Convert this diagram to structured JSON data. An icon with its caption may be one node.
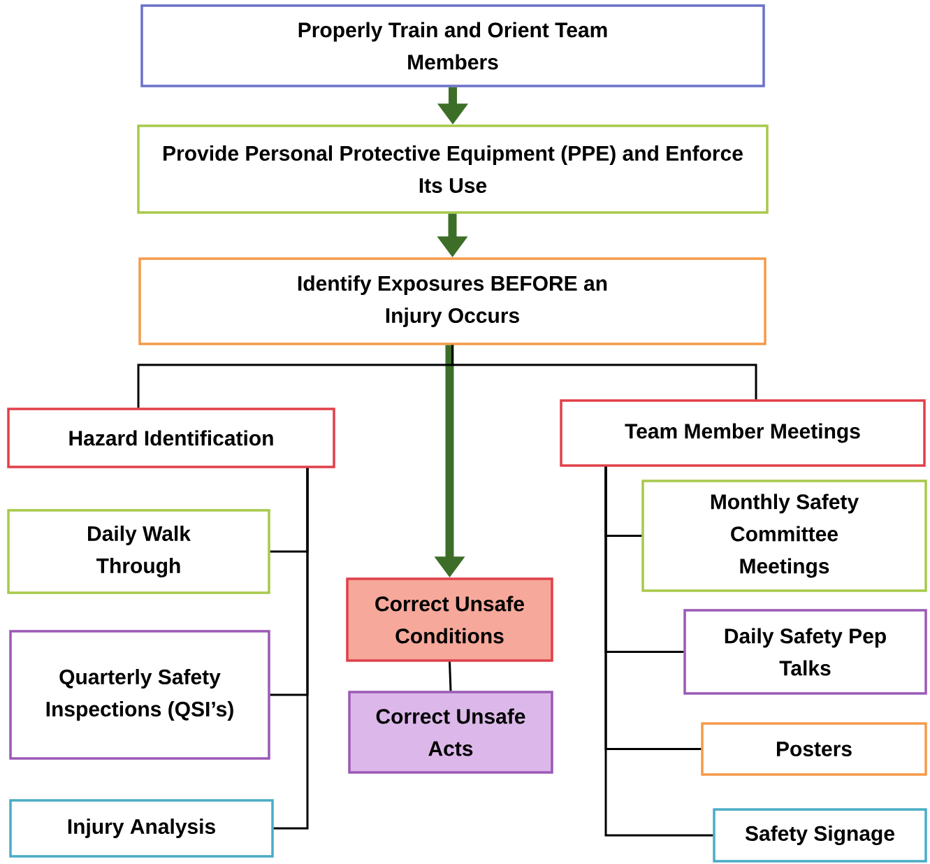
{
  "diagram": {
    "nodes": [
      {
        "text": [
          "Properly Train and Orient Team Members"
        ]
      },
      {
        "text": [
          "Provide Personal Protective Equipment (PPE) and Enforce Its Use"
        ]
      },
      {
        "text": [
          "Identify Exposures BEFORE an Injury Occurs"
        ]
      },
      {
        "text": [
          "Hazard Identification"
        ]
      },
      {
        "text": [
          "Team Member Meetings"
        ]
      },
      {
        "text": [
          "Daily Walk Through"
        ]
      },
      {
        "text": [
          "Quarterly Safety Inspections (QSI’s)"
        ]
      },
      {
        "text": [
          "Injury Analysis"
        ]
      },
      {
        "text": [
          "Correct Unsafe Conditions"
        ]
      },
      {
        "text": [
          "Correct Unsafe Acts"
        ]
      },
      {
        "text": [
          "Monthly Safety Committee Meetings"
        ]
      },
      {
        "text": [
          "Daily Safety Pep Talks"
        ]
      },
      {
        "text": [
          "Posters"
        ]
      },
      {
        "text": [
          "Safety Signage"
        ]
      }
    ],
    "edges": [
      {
        "from": 0,
        "to": 1,
        "arrow": "to",
        "style": "thick",
        "color": "#3c6e28"
      },
      {
        "from": 1,
        "to": 2,
        "arrow": "to",
        "style": "thick",
        "color": "#3c6e28"
      },
      {
        "from": 2,
        "to": 8,
        "arrow": "to",
        "style": "thick",
        "color": "#3c6e28"
      },
      {
        "from": 2,
        "to": 3,
        "arrow": "none"
      },
      {
        "from": 2,
        "to": 4,
        "arrow": "none"
      },
      {
        "from": 3,
        "to": 5,
        "arrow": "none"
      },
      {
        "from": 3,
        "to": 6,
        "arrow": "none"
      },
      {
        "from": 3,
        "to": 7,
        "arrow": "none"
      },
      {
        "from": 8,
        "to": 9,
        "arrow": "none"
      },
      {
        "from": 4,
        "to": 10,
        "arrow": "none"
      },
      {
        "from": 4,
        "to": 11,
        "arrow": "none"
      },
      {
        "from": 4,
        "to": 12,
        "arrow": "none"
      },
      {
        "from": 4,
        "to": 13,
        "arrow": "none"
      }
    ]
  }
}
